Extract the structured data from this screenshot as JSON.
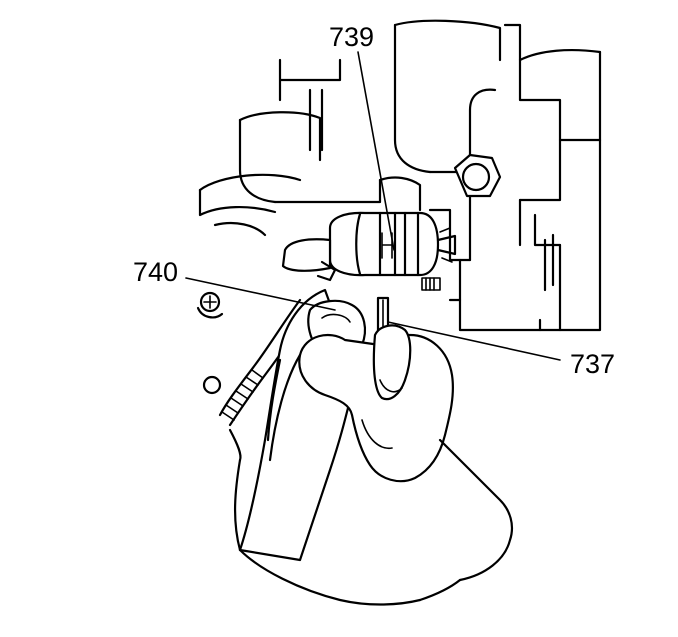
{
  "callouts": {
    "label_739": "739",
    "label_740": "740",
    "label_737": "737"
  },
  "colors": {
    "line": "#000000",
    "background": "#ffffff"
  }
}
